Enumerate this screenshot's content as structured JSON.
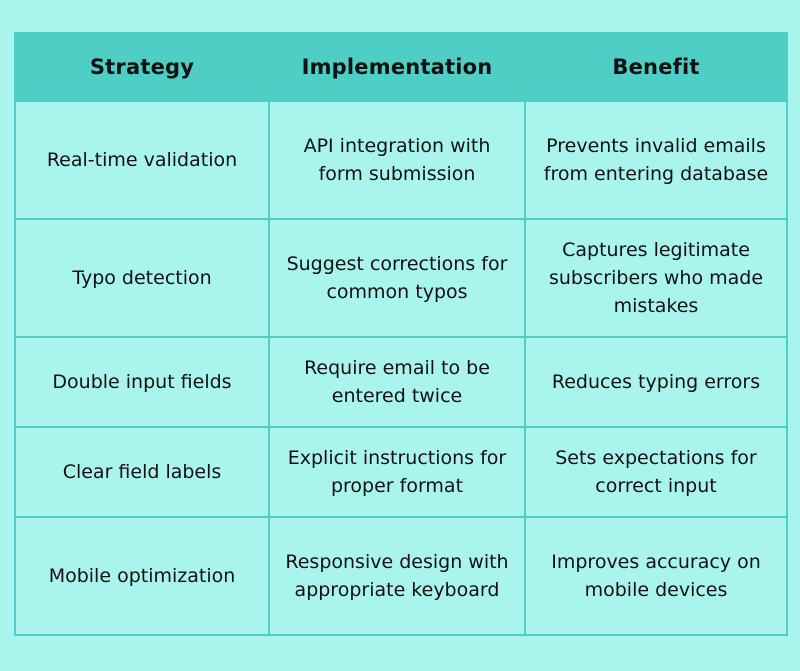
{
  "table": {
    "headers": [
      "Strategy",
      "Implementation",
      "Benefit"
    ],
    "rows": [
      [
        "Real-time validation",
        "API integration with form submission",
        "Prevents invalid emails from entering database"
      ],
      [
        "Typo detection",
        "Suggest corrections for common typos",
        "Captures legitimate subscribers who made mistakes"
      ],
      [
        "Double input fields",
        "Require email to be entered twice",
        "Reduces typing errors"
      ],
      [
        "Clear field labels",
        "Explicit instructions for proper format",
        "Sets expectations for correct input"
      ],
      [
        "Mobile optimization",
        "Responsive design with appropriate keyboard",
        "Improves accuracy on mobile devices"
      ]
    ]
  },
  "colors": {
    "header_bg": "#4fcec6",
    "body_bg": "#aaf4ee",
    "border": "#4fcec6",
    "text": "#111111"
  }
}
